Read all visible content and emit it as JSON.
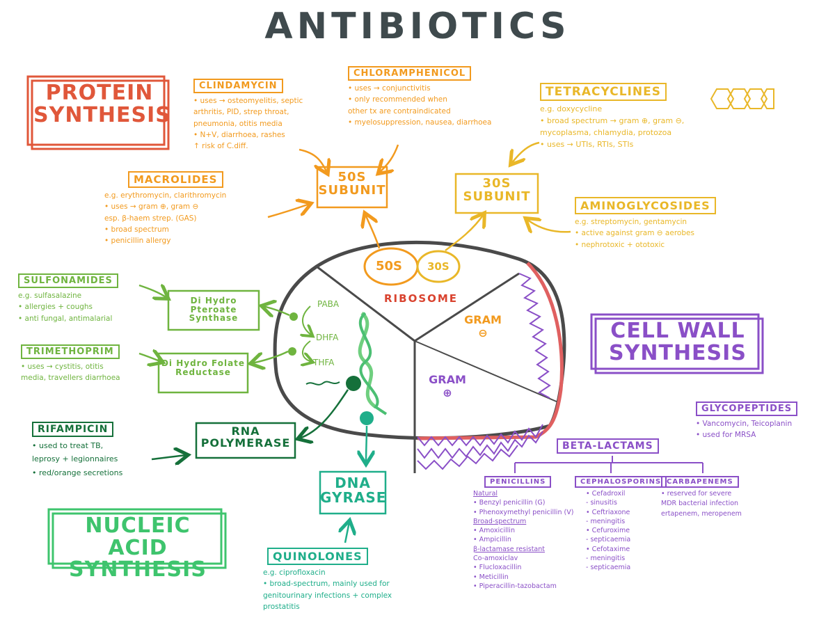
{
  "title": "ANTIBIOTICS",
  "colors": {
    "protein": "#e0573a",
    "orange": "#f29a1e",
    "yellow": "#e9b728",
    "folate": "#6fb43f",
    "rna": "#15703a",
    "dna": "#1fae8a",
    "nucleic": "#3ec46d",
    "cellwall": "#8a4fc7",
    "outline": "#4a4a4a"
  },
  "sections": {
    "protein_synthesis": [
      "PROTEIN",
      "SYNTHESIS"
    ],
    "cell_wall_synthesis": [
      "CELL WALL",
      "SYNTHESIS"
    ],
    "nucleic_acid_synthesis": [
      "NUCLEIC ACID",
      "SYNTHESIS"
    ]
  },
  "targets": {
    "subunit_50s": [
      "50S",
      "SUBUNIT"
    ],
    "subunit_30s": [
      "30S",
      "SUBUNIT"
    ],
    "dhps": [
      "Di Hydro Pteroate",
      "Synthase"
    ],
    "dhfr": [
      "Di Hydro Folate",
      "Reductase"
    ],
    "rna_polymerase": [
      "RNA",
      "POLYMERASE"
    ],
    "dna_gyrase": [
      "DNA",
      "GYRASE"
    ]
  },
  "cell": {
    "ribosome_50s": "50S",
    "ribosome_30s": "30S",
    "ribosome_label": "RIBOSOME",
    "paba": "PABA",
    "dhfa": "DHFA",
    "thfa": "THFA",
    "gram_neg": "GRAM",
    "gram_neg_sign": "⊖",
    "gram_pos": "GRAM",
    "gram_pos_sign": "⊕"
  },
  "drugs": {
    "clindamycin": {
      "name": "CLINDAMYCIN",
      "lines": [
        "• uses → osteomyelitis, septic",
        "  arthritis, PID, strep throat,",
        "  pneumonia, otitis media",
        "• N+V, diarrhoea, rashes",
        "  ↑ risk of C.diff."
      ]
    },
    "chloramphenicol": {
      "name": "CHLORAMPHENICOL",
      "lines": [
        "• uses → conjunctivitis",
        "• only recommended when",
        "  other tx are contraindicated",
        "• myelosuppression, nausea, diarrhoea"
      ]
    },
    "tetracyclines": {
      "name": "TETRACYCLINES",
      "lines": [
        "e.g. doxycycline",
        "• broad spectrum → gram ⊕, gram ⊖,",
        "  mycoplasma, chlamydia, protozoa",
        "• uses → UTIs, RTIs, STIs"
      ]
    },
    "macrolides": {
      "name": "MACROLIDES",
      "lines": [
        "e.g. erythromycin, clarithromycin",
        "• uses → gram ⊕, gram ⊖",
        "      esp. β-haem strep. (GAS)",
        "• broad spectrum",
        "• penicillin allergy"
      ]
    },
    "aminoglycosides": {
      "name": "AMINOGLYCOSIDES",
      "lines": [
        "e.g. streptomycin, gentamycin",
        "• active against gram ⊖ aerobes",
        "• nephrotoxic + ototoxic"
      ]
    },
    "sulfonamides": {
      "name": "SULFONAMIDES",
      "lines": [
        "e.g. sulfasalazine",
        "• allergies + coughs",
        "• anti fungal, antimalarial"
      ]
    },
    "trimethoprim": {
      "name": "TRIMETHOPRIM",
      "lines": [
        "• uses → cystitis, otitis",
        "  media, travellers diarrhoea"
      ]
    },
    "rifampicin": {
      "name": "RIFAMPICIN",
      "lines": [
        "• used to treat TB,",
        "  leprosy + legionnaires",
        "• red/orange secretions"
      ]
    },
    "quinolones": {
      "name": "QUINOLONES",
      "lines": [
        "e.g. ciprofloxacin",
        "• broad-spectrum, mainly used for",
        "  genitourinary infections + complex",
        "  prostatitis"
      ]
    },
    "glycopeptides": {
      "name": "GLYCOPEPTIDES",
      "lines": [
        "• Vancomycin, Teicoplanin",
        "• used for MRSA"
      ]
    },
    "beta_lactams": {
      "name": "BETA-LACTAMS",
      "penicillins": {
        "name": "PENICILLINS",
        "lines": [
          "Natural",
          "• Benzyl penicillin (G)",
          "• Phenoxymethyl penicillin (V)",
          "Broad-spectrum",
          "• Amoxicillin",
          "• Ampicillin",
          "β-lactamase resistant",
          "  Co-amoxiclav",
          "• Flucloxacillin",
          "• Meticillin",
          "• Piperacillin-tazobactam"
        ]
      },
      "cephalosporins": {
        "name": "CEPHALOSPORINS",
        "lines": [
          "• Cefadroxil",
          "  - sinusitis",
          "• Ceftriaxone",
          "  - meningitis",
          "• Cefuroxime",
          "  - septicaemia",
          "• Cefotaxime",
          "  - meningitis",
          "  - septicaemia"
        ]
      },
      "carbapenems": {
        "name": "CARBAPENEMS",
        "lines": [
          "• reserved for severe",
          "  MDR bacterial infection",
          "  ertapenem, meropenem"
        ]
      }
    }
  }
}
